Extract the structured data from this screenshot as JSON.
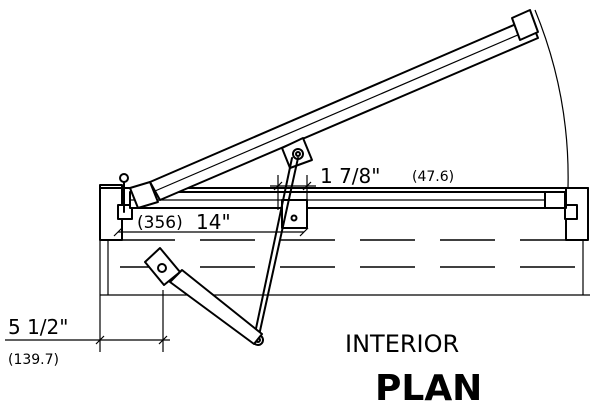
{
  "dimensions": {
    "hinge_offset_in": "1 7/8\"",
    "hinge_offset_mm": "(47.6)",
    "arm_mount_mm": "(356)",
    "arm_mount_in": "14\"",
    "projection_in": "5 1/2\"",
    "projection_mm": "(139.7)"
  },
  "labels": {
    "interior": "INTERIOR",
    "view": "PLAN"
  }
}
